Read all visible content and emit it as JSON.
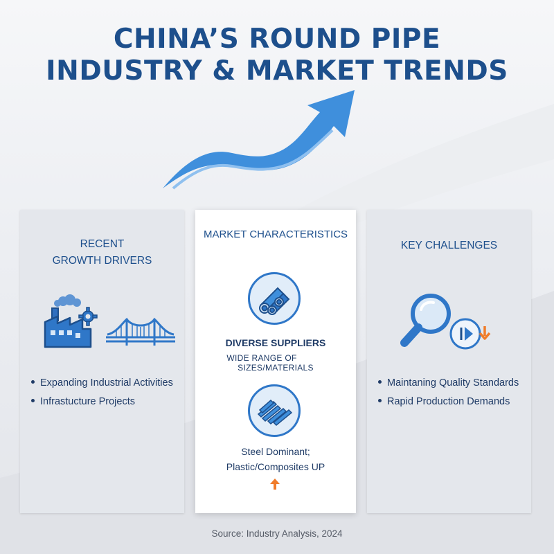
{
  "title": {
    "line1": "CHINA’S ROUND PIPE",
    "line2": "INDUSTRY & MARKET TRENDS"
  },
  "panels": {
    "growth": {
      "heading_line1": "RECENT",
      "heading_line2": "GROWTH DRIVERS",
      "icons": [
        "factory-icon",
        "gear-icon",
        "bridge-icon"
      ],
      "bullets": [
        "Expanding Industrial Activities",
        "Infrastucture Projects"
      ]
    },
    "market": {
      "heading": "MARKET CHARACTERISTICS",
      "icons": [
        "pipes-icon",
        "pipe-bundle-icon",
        "arrow-up-icon"
      ],
      "text1": "DIVERSE SUPPLIERS",
      "text2_line1": "WIDE RANGE OF",
      "text2_line2": "SIZES/MATERIALS",
      "text3_line1": "Steel Dominant;",
      "text3_line2": "Plastic/Composites UP"
    },
    "challenges": {
      "heading": "KEY CHALLENGES",
      "icons": [
        "magnifier-icon",
        "production-arrow-icon"
      ],
      "bullets": [
        "Maintaning Quality Standards",
        "Rapid Production Demands"
      ]
    }
  },
  "source": "Source: Industry Analysis, 2024",
  "colors": {
    "title": "#1d4f8c",
    "accent_blue": "#2f77c8",
    "light_blue": "#4a98e0",
    "arrow_orange": "#f07c2a",
    "text_dark": "#1f3b66"
  }
}
